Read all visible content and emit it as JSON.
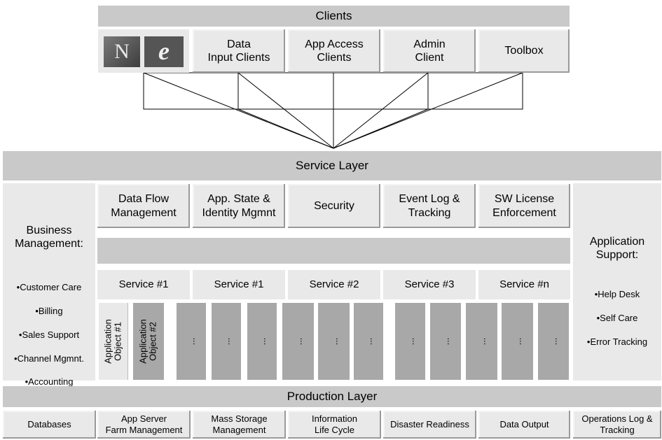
{
  "clients": {
    "title": "Clients",
    "browser_icons": [
      "netscape-icon",
      "internet-explorer-icon"
    ],
    "items": [
      "Data\nInput Clients",
      "App Access\nClients",
      "Admin\nClient",
      "Toolbox"
    ]
  },
  "service_layer": {
    "title": "Service Layer",
    "top_services": [
      "Data Flow\nManagement",
      "App. State &\nIdentity Mgmnt",
      "Security",
      "Event Log &\nTracking",
      "SW License\nEnforcement"
    ],
    "services": [
      "Service #1",
      "Service #1",
      "Service #2",
      "Service #3",
      "Service #n"
    ],
    "app_objects": [
      "Application\nObject #1",
      "Application\nObject #2"
    ],
    "ellipsis": "..."
  },
  "business_management": {
    "title": "Business\nManagement:",
    "items": [
      "•Customer Care",
      "•Billing",
      "•Sales Support",
      "•Channel Mgmnt.",
      "•Accounting"
    ]
  },
  "application_support": {
    "title": "Application\nSupport:",
    "items": [
      "•Help Desk",
      "•Self Care",
      "•Error Tracking"
    ]
  },
  "production_layer": {
    "title": "Production Layer",
    "items": [
      "Databases",
      "App Server\nFarm Management",
      "Mass Storage\nManagement",
      "Information\nLife Cycle",
      "Disaster Readiness",
      "Data Output",
      "Operations Log &\nTracking"
    ]
  },
  "colors": {
    "band": "#c9c9c9",
    "panel": "#e9e9e9",
    "object": "#a8a8a8"
  }
}
